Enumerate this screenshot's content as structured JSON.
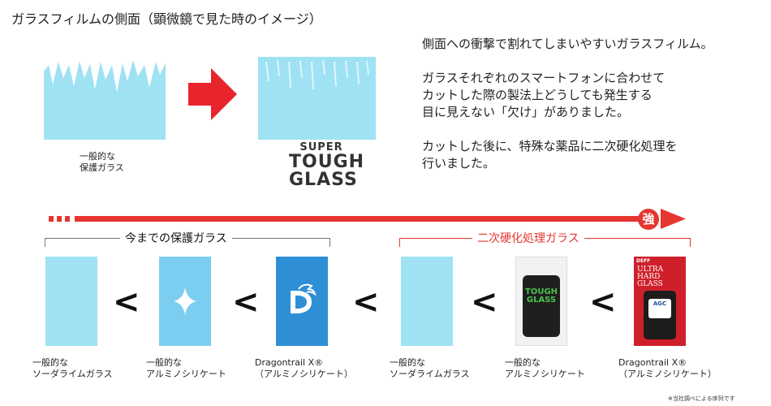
{
  "title": "ガラスフィルムの側面（顕微鏡で見た時のイメージ）",
  "description": {
    "lines": [
      "側面への衝撃で割れてしまいやすいガラスフィルム。",
      "ガラスそれぞれのスマートフォンに合わせて",
      "カットした際の製法上どうしても発生する",
      "目に見えない「欠け」がありました。",
      "カットした後に、特殊な薬品に二次硬化処理を",
      "行いました。"
    ]
  },
  "top": {
    "normal_caption": [
      "一般的な",
      "保護ガラス"
    ],
    "logo": [
      "SUPER",
      "TOUGH",
      "GLASS"
    ]
  },
  "scale": {
    "strong_label": "強",
    "colors": {
      "accent": "#e5362f",
      "glass": "#9fe2f4"
    }
  },
  "groups": {
    "conventional_label": "今までの保護ガラス",
    "hardened_label": "二次硬化処理ガラス"
  },
  "less_than": "<",
  "products": [
    {
      "caption": [
        "一般的な",
        "ソーダライムガラス"
      ]
    },
    {
      "caption": [
        "一般的な",
        "アルミノシリケート"
      ]
    },
    {
      "caption": [
        "Dragontrail X®",
        "（アルミノシリケート）"
      ]
    },
    {
      "caption": [
        "一般的な",
        "ソーダライムガラス"
      ]
    },
    {
      "caption": [
        "一般的な",
        "アルミノシリケート"
      ]
    },
    {
      "caption": [
        "Dragontrail X®",
        "（アルミノシリケート）"
      ]
    }
  ],
  "package_tough": {
    "logo": [
      "TOUGH",
      "GLASS"
    ]
  },
  "package_ultra": {
    "brand": "DEFF",
    "logo": [
      "ULTRA",
      "HARD",
      "GLASS"
    ],
    "agc": "AGC"
  },
  "footnote": "※当社調べによる序列です"
}
